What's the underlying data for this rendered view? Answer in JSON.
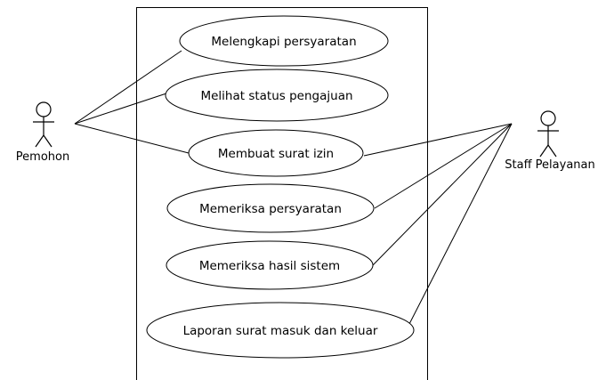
{
  "actors": {
    "left": {
      "label": "Pemohon"
    },
    "right": {
      "label": "Staff Pelayanan"
    }
  },
  "use_cases": [
    {
      "label": "Melengkapi persyaratan"
    },
    {
      "label": "Melihat status pengajuan"
    },
    {
      "label": "Membuat surat izin"
    },
    {
      "label": "Memeriksa persyaratan"
    },
    {
      "label": "Memeriksa hasil sistem"
    },
    {
      "label": "Laporan surat masuk dan keluar"
    }
  ],
  "associations": [
    {
      "actor": "Pemohon",
      "use_case": "Melengkapi persyaratan"
    },
    {
      "actor": "Pemohon",
      "use_case": "Melihat status pengajuan"
    },
    {
      "actor": "Pemohon",
      "use_case": "Membuat surat izin"
    },
    {
      "actor": "Staff Pelayanan",
      "use_case": "Membuat surat izin"
    },
    {
      "actor": "Staff Pelayanan",
      "use_case": "Memeriksa persyaratan"
    },
    {
      "actor": "Staff Pelayanan",
      "use_case": "Memeriksa hasil sistem"
    },
    {
      "actor": "Staff Pelayanan",
      "use_case": "Laporan surat masuk dan keluar"
    }
  ],
  "colors": {
    "line": "#000000",
    "background": "#ffffff",
    "ellipse_fill": "#ffffff"
  }
}
